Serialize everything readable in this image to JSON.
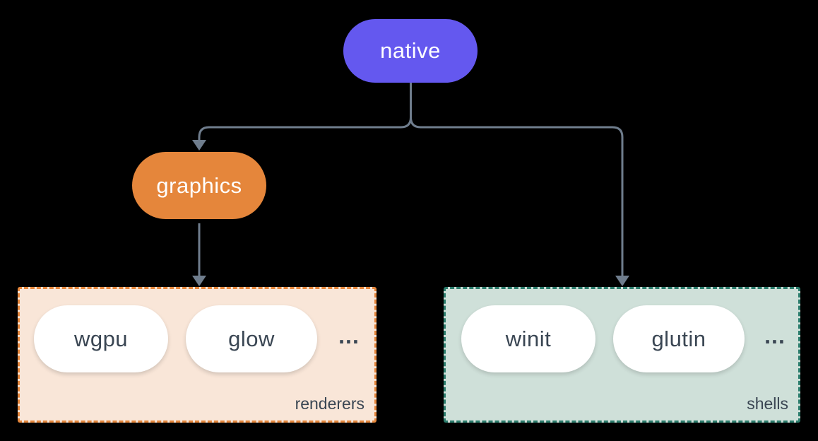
{
  "colors": {
    "background": "#000000",
    "connector": "#6f7d8d",
    "native-fill": "#6458ef",
    "graphics-fill": "#e5863b",
    "renderers-fill": "#f9e6d8",
    "renderers-border": "#e5863b",
    "shells-fill": "#cfe0d9",
    "shells-border": "#2b7c6c",
    "item-fill": "#ffffff",
    "node-text": "#ffffff",
    "dark-text": "#3a4653"
  },
  "nodes": {
    "native": {
      "label": "native"
    },
    "graphics": {
      "label": "graphics"
    }
  },
  "groups": {
    "renderers": {
      "label": "renderers",
      "items": [
        "wgpu",
        "glow"
      ],
      "ellipsis": "..."
    },
    "shells": {
      "label": "shells",
      "items": [
        "winit",
        "glutin"
      ],
      "ellipsis": "..."
    }
  }
}
